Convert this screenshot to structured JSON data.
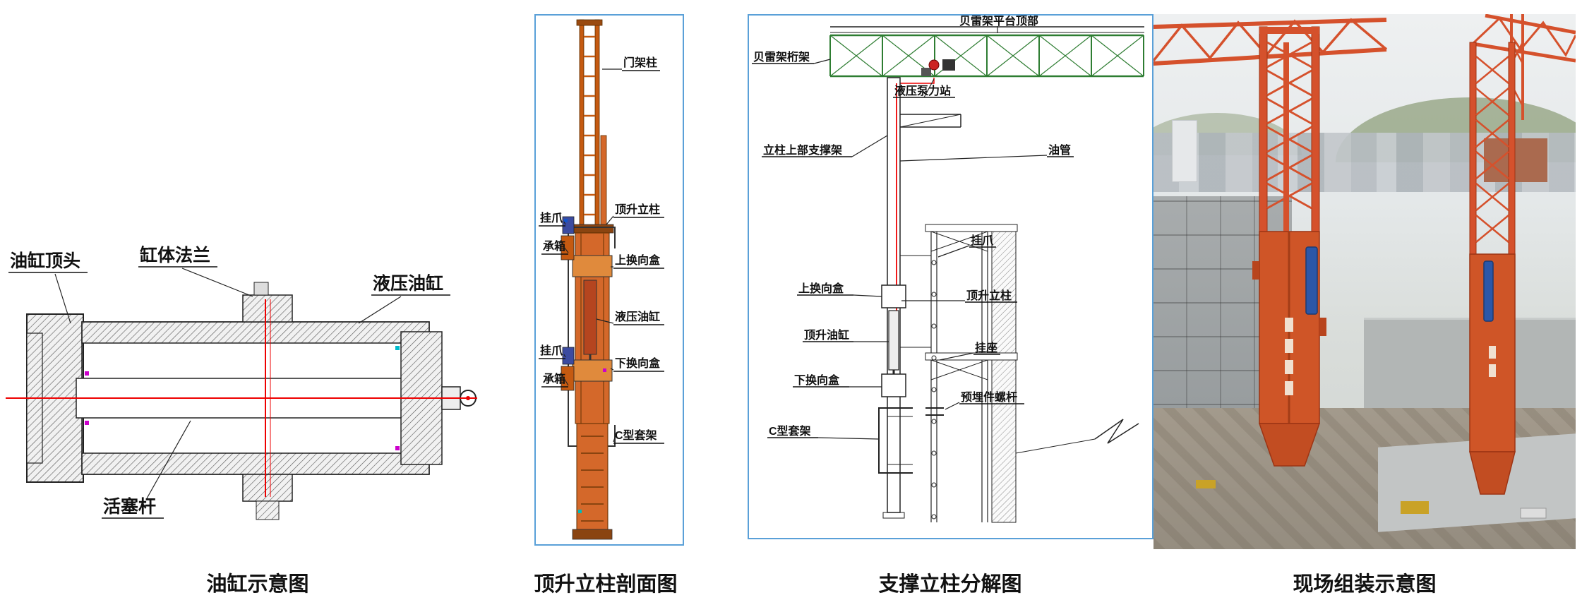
{
  "figure": {
    "type": "engineering-diagram-strip",
    "background": "#ffffff"
  },
  "colors": {
    "panel_border_blue": "#5aa0d8",
    "centerline_red": "#ee0000",
    "column_orange": "#c55a11",
    "truss_green": "#2e7d32",
    "tower_orange": "#d5512c",
    "cylinder_blue": "#2b57a8",
    "caption_black": "#111111"
  },
  "panels": [
    {
      "id": "oil-cylinder-schematic",
      "caption": "油缸示意图",
      "labels": {
        "top_head": "油缸顶头",
        "flange": "缸体法兰",
        "cylinder": "液压油缸",
        "piston_rod": "活塞杆"
      }
    },
    {
      "id": "jacking-column-section",
      "caption": "顶升立柱剖面图",
      "labels": {
        "gantry_column": "门架柱",
        "claw_upper": "挂爪",
        "box_upper": "承箱",
        "jacking_column": "顶升立柱",
        "upper_reversing_box": "上换向盒",
        "hydraulic_cylinder": "液压油缸",
        "lower_reversing_box": "下换向盒",
        "claw_lower": "挂爪",
        "box_lower": "承箱",
        "c_sleeve_frame": "C型套架"
      }
    },
    {
      "id": "support-column-exploded",
      "caption": "支撑立柱分解图",
      "labels": {
        "bailey_platform_top": "贝雷架平台顶部",
        "bailey_truss": "贝雷架桁架",
        "hydraulic_pump_station": "液压泵力站",
        "column_upper_support": "立柱上部支撑架",
        "oil_pipe": "油管",
        "claw": "挂爪",
        "upper_reversing_box": "上换向盒",
        "jacking_column": "顶升立柱",
        "jacking_cylinder": "顶升油缸",
        "hanging_seat": "挂座",
        "lower_reversing_box": "下换向盒",
        "embedded_bolt": "预埋件螺杆",
        "c_sleeve_frame": "C型套架"
      }
    },
    {
      "id": "site-assembly-photo",
      "caption": "现场组装示意图"
    }
  ]
}
